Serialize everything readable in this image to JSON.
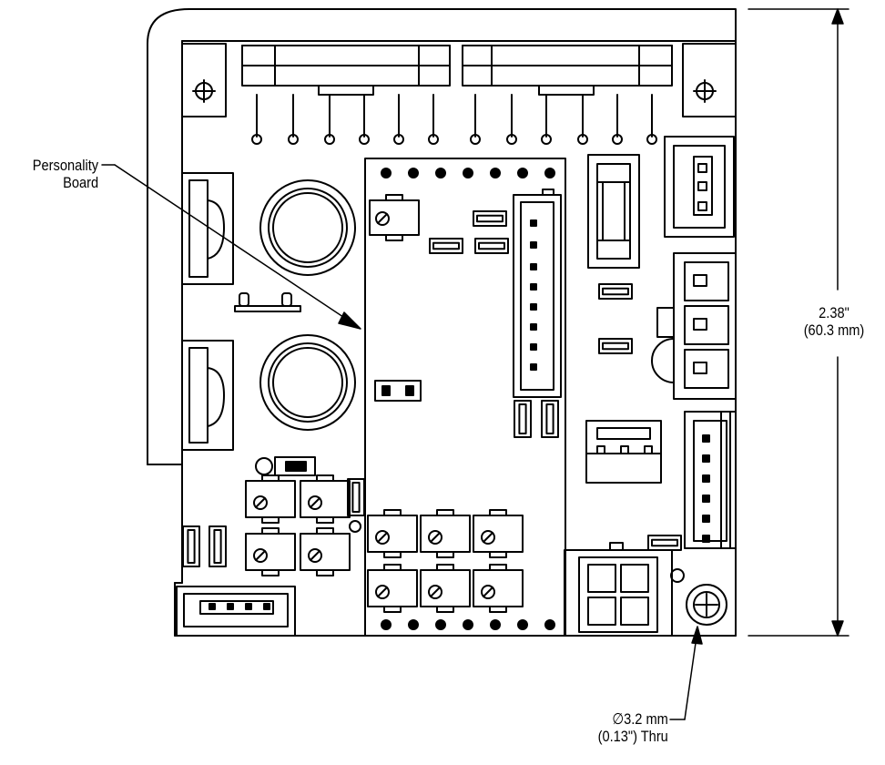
{
  "callouts": {
    "personality_board": {
      "line1": "Personality",
      "line2": "Board"
    },
    "height_dimension": {
      "line1": "2.38\"",
      "line2": "(60.3 mm)"
    },
    "mount_hole": {
      "line1": "∅3.2 mm",
      "line2": "(0.13\") Thru"
    }
  }
}
